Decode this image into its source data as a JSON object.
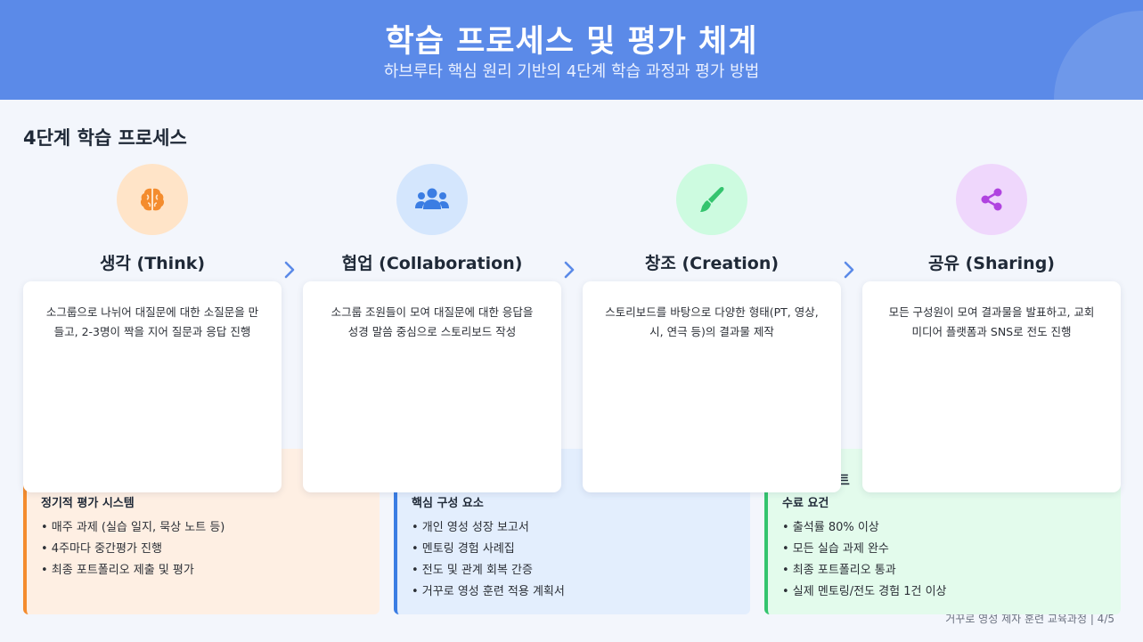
{
  "header": {
    "title": "학습 프로세스 및 평가 체계",
    "subtitle": "하브루타 핵심 원리 기반의 4단계 학습 과정과 평가 방법"
  },
  "section": {
    "title": "4단계 학습 프로세스"
  },
  "steps": [
    {
      "icon": "brain-icon",
      "title": "생각 (Think)",
      "description": "소그룹으로 나뉘어 대질문에 대한 소질문을 만들고, 2-3명이 짝을 지어 질문과 응답 진행",
      "circle_color": "#ffe4c8",
      "icon_color": "#f48c2e"
    },
    {
      "icon": "users-icon",
      "title": "협업 (Collaboration)",
      "description": "소그룹 조원들이 모여 대질문에 대한 응답을 성경 말씀 중심으로 스토리보드 작성",
      "circle_color": "#d4e6fd",
      "icon_color": "#3b7de3"
    },
    {
      "icon": "paintbrush-icon",
      "title": "창조 (Creation)",
      "description": "스토리보드를 바탕으로 다양한 형태(PT, 영상, 시, 연극 등)의 결과물 제작",
      "circle_color": "#cdfbe0",
      "icon_color": "#34c46e"
    },
    {
      "icon": "share-icon",
      "title": "공유 (Sharing)",
      "description": "모든 구성원이 모여 결과물을 발표하고, 교회 미디어 플랫폼과 SNS로 전도 진행",
      "circle_color": "#efd7fc",
      "icon_color": "#b043e0"
    }
  ],
  "evaluation": [
    {
      "heading": "정기적 평가 시스템",
      "items": [
        "• 매주 과제 (실습 일지, 묵상 노트 등)",
        "• 4주마다 중간평가 진행",
        "• 최종 포트폴리오 제출 및 평가"
      ],
      "bg": "#feefe3",
      "border": "#f48c2e"
    },
    {
      "heading": "핵심 구성 요소",
      "items": [
        "• 개인 영성 성장 보고서",
        "• 멘토링 경험 사례집",
        "• 전도 및 관계 회복 간증",
        "• 거꾸로 영성 훈련 적용 계획서"
      ],
      "bg": "#e3eefd",
      "border": "#3b7de3"
    },
    {
      "peek": "트",
      "heading": "수료 요건",
      "items": [
        "• 출석률 80% 이상",
        "• 모든 실습 과제 완수",
        "• 최종 포트폴리오 통과",
        "• 실제 멘토링/전도 경험 1건 이상"
      ],
      "bg": "#e3fbec",
      "border": "#34c46e"
    }
  ],
  "footer": {
    "text": "거꾸로 영성 제자 훈련 교육과정 | 4/5"
  }
}
